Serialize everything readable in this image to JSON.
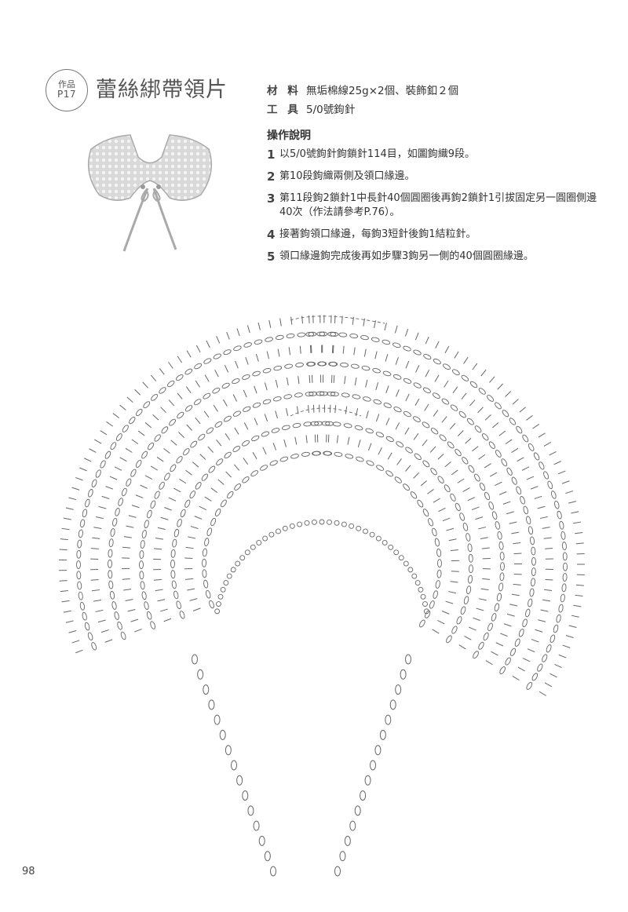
{
  "header": {
    "badge_line1": "作品",
    "badge_line2": "P17",
    "title": "蕾絲綁帶領片"
  },
  "materials": {
    "label": "材 料",
    "value": "無垢棉線25g×2個、裝飾釦２個"
  },
  "tools": {
    "label": "工 具",
    "value": "5/0號鉤針"
  },
  "instructions": {
    "title": "操作說明",
    "steps": [
      {
        "num": "1",
        "text": "以5/0號鉤針鉤鎖針114目，如圖鉤織9段。"
      },
      {
        "num": "2",
        "text": "第10段鉤織兩側及領口緣邊。"
      },
      {
        "num": "3",
        "text": "第11段鉤2鎖針1中長針40個圓圈後再鉤2鎖針1引拔固定另一圓圈側邊40次（作法請參考P.76）。"
      },
      {
        "num": "4",
        "text": "接著鉤領口緣邊，每鉤3短針後鉤1結粒針。"
      },
      {
        "num": "5",
        "text": "領口緣邊鉤完成後再如步驟3鉤另一側的40個圓圈緣邊。"
      }
    ]
  },
  "footer": {
    "page_number": "98"
  },
  "colors": {
    "text": "#333333",
    "diagram_stroke": "#666666"
  },
  "icons": [
    "collar-photo",
    "crochet-chart"
  ]
}
